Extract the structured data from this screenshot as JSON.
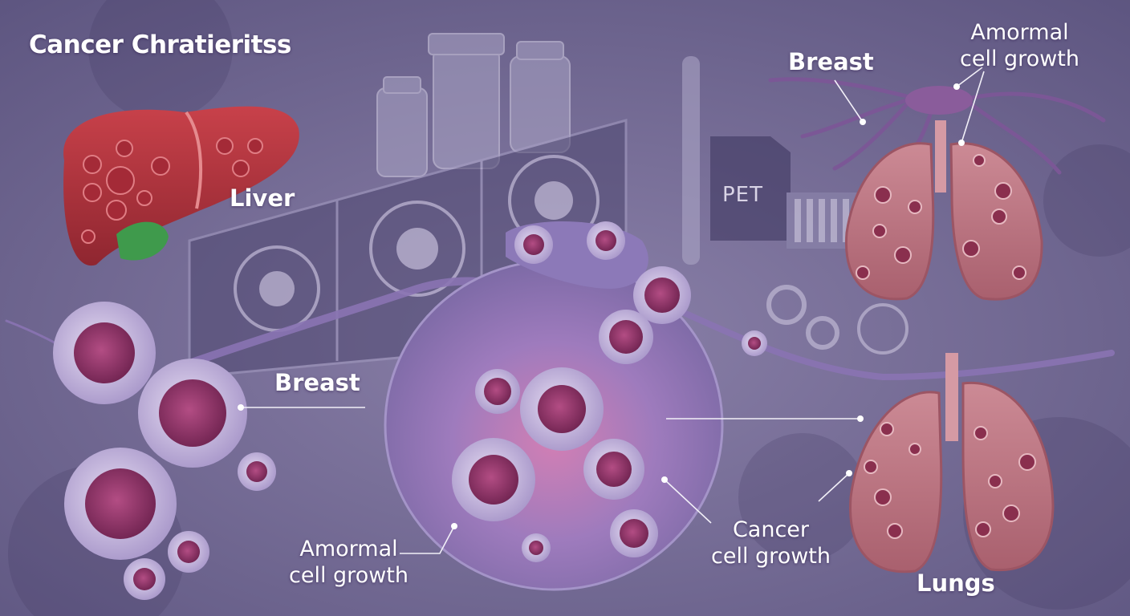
{
  "title": "Cancer Chratieritss",
  "labels": {
    "liver": "Liver",
    "breast_top": "Breast",
    "abnormal_top_line1": "Amormal",
    "abnormal_top_line2": "cell growth",
    "breast_mid": "Breast",
    "abnormal_bottom_line1": "Amormal",
    "abnormal_bottom_line2": "cell growth",
    "cancer_line1": "Cancer",
    "cancer_line2": "cell growth",
    "lungs": "Lungs"
  },
  "device": {
    "pet_label": "PET"
  },
  "colors": {
    "background": "#6f6690",
    "liver": "#b8353f",
    "gallbladder": "#3f9a4c",
    "lungs": "#c07a86",
    "cell": "#b9a9d9",
    "nucleus": "#9a3a6e"
  }
}
